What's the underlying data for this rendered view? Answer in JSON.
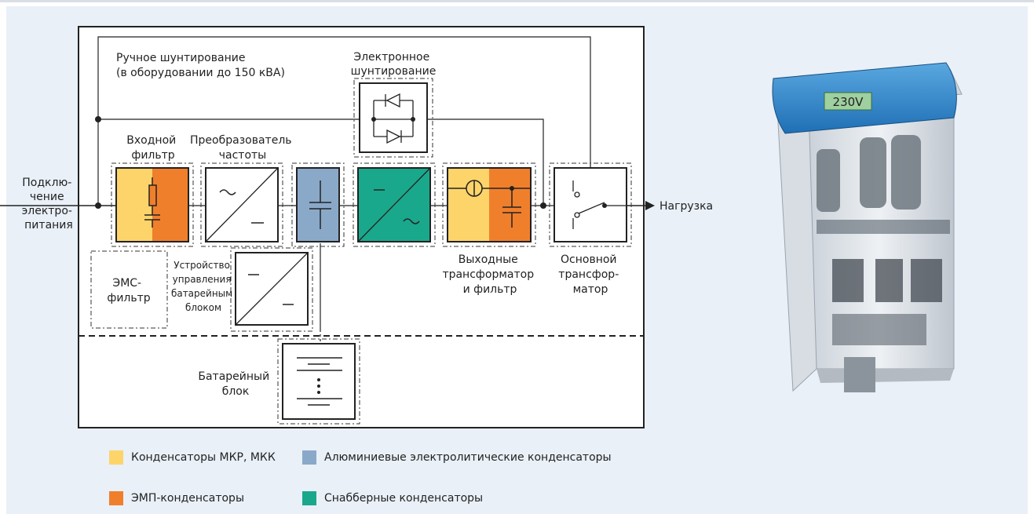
{
  "diagram": {
    "input_label": [
      "Подклю-",
      "чение",
      "электро-",
      "питания"
    ],
    "output_label": "Нагрузка",
    "manual_bypass": [
      "Ручное шунтирование",
      "(в оборудовании до 150 кВА)"
    ],
    "electronic_bypass": [
      "Электронное",
      "шунтирование"
    ],
    "input_filter": [
      "Входной",
      "фильтр"
    ],
    "freq_converter": [
      "Преобразователь",
      "частоты"
    ],
    "emc_filter": [
      "ЭМС-",
      "фильтр"
    ],
    "battery_control": [
      "Устройство",
      "управления",
      "батарейным",
      "блоком"
    ],
    "output_transformer": [
      "Выходные",
      "трансформатор",
      "и фильтр"
    ],
    "main_transformer": [
      "Основной",
      "трансфор-",
      "матор"
    ],
    "battery_block": [
      "Батарейный",
      "блок"
    ]
  },
  "legend": [
    {
      "label": "Конденсаторы МКР, МКК",
      "color": "#fdd46a"
    },
    {
      "label": "ЭМП-конденсаторы",
      "color": "#f07f2c"
    },
    {
      "label": "Алюминиевые электролитические конденсаторы",
      "color": "#8aa9c9"
    },
    {
      "label": "Снабберные конденсаторы",
      "color": "#1aa88c"
    }
  ],
  "photo": {
    "display_text": "230V"
  }
}
